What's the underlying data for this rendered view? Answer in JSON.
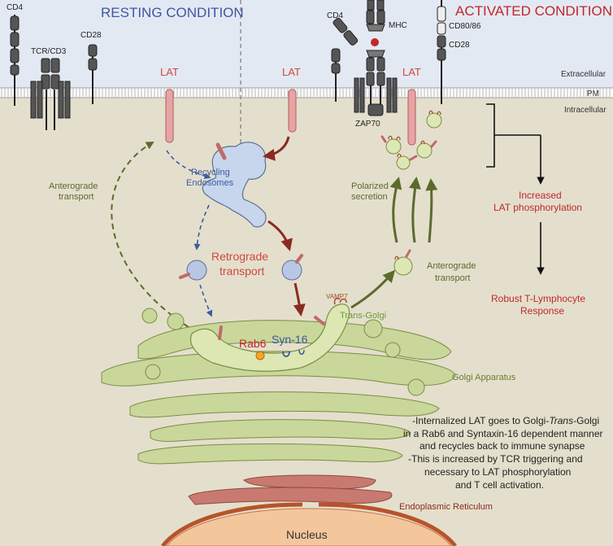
{
  "titles": {
    "resting": "RESTING CONDITION",
    "activated": "ACTIVATED CONDITION"
  },
  "regions": {
    "extracellular": "Extracellular",
    "pm": "PM",
    "intracellular": "Intracellular"
  },
  "receptors": {
    "cd4_left": "CD4",
    "tcr_cd3": "TCR/CD3",
    "cd28_left": "CD28",
    "cd4_right": "CD4",
    "mhc": "MHC",
    "cd80_86": "CD80/86",
    "cd28_right": "CD28",
    "zap70": "ZAP70"
  },
  "lat": {
    "left": "LAT",
    "middle": "LAT",
    "right": "LAT"
  },
  "labels": {
    "recycling_endosomes_1": "Recycling",
    "recycling_endosomes_2": "Endosomes",
    "anterograde_left_1": "Anterograde",
    "anterograde_left_2": "transport",
    "retrograde_1": "Retrograde",
    "retrograde_2": "transport",
    "polarized_1": "Polarized",
    "polarized_2": "secretion",
    "anterograde_right_1": "Anterograde",
    "anterograde_right_2": "transport",
    "vamp7": "VAMP7",
    "trans_golgi": "Trans-Golgi",
    "rab6": "Rab6",
    "syn16": "Syn-16",
    "golgi": "Golgi Apparatus",
    "er": "Endoplasmic Reticulum",
    "nucleus": "Nucleus"
  },
  "outcomes": {
    "increased_1": "Increased",
    "increased_2": "LAT phosphorylation",
    "robust_1": "Robust T-Lymphocyte",
    "robust_2": "Response"
  },
  "summary": {
    "line1_prefix": "-Internalized LAT goes to Golgi-",
    "line1_italic": "Trans",
    "line1_suffix": "-Golgi",
    "line2": "in a Rab6 and Syntaxin-16 dependent manner",
    "line3": "and recycles back to immune synapse",
    "line4": "-This is increased by TCR triggering and",
    "line5": "necessary to LAT phosphorylation",
    "line6": "and T cell activation."
  },
  "colors": {
    "blue_title": "#3d57a3",
    "red_title": "#c0272d",
    "green_text": "#6b7d2e",
    "dark_red_arrow": "#8b2a22",
    "blue_arrow": "#3b5aa0",
    "green_arrow": "#5c6a2e",
    "golgi_fill": "#c9d79a",
    "extracellular": "#e3e9f3",
    "intracellular": "#e4dfcc"
  }
}
